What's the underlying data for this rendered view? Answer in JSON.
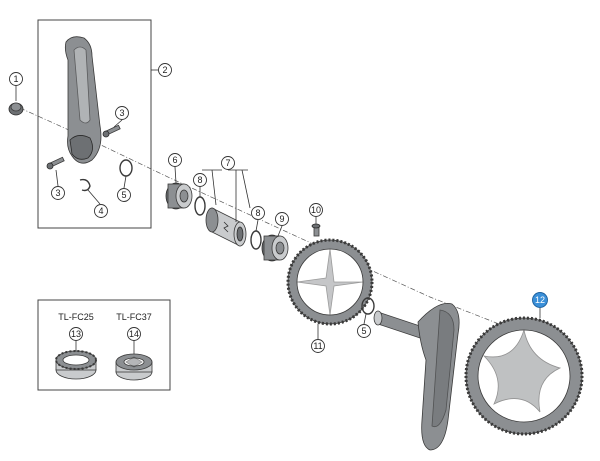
{
  "callouts": [
    {
      "id": "c1",
      "number": "1"
    },
    {
      "id": "c2",
      "number": "2"
    },
    {
      "id": "c3a",
      "number": "3"
    },
    {
      "id": "c3b",
      "number": "3"
    },
    {
      "id": "c4",
      "number": "4"
    },
    {
      "id": "c5a",
      "number": "5"
    },
    {
      "id": "c5b",
      "number": "5"
    },
    {
      "id": "c6",
      "number": "6"
    },
    {
      "id": "c7",
      "number": "7"
    },
    {
      "id": "c8a",
      "number": "8"
    },
    {
      "id": "c8b",
      "number": "8"
    },
    {
      "id": "c9",
      "number": "9"
    },
    {
      "id": "c10",
      "number": "10"
    },
    {
      "id": "c11",
      "number": "11"
    },
    {
      "id": "c12",
      "number": "12"
    },
    {
      "id": "c13",
      "number": "13"
    },
    {
      "id": "c14",
      "number": "14"
    }
  ],
  "tools": [
    {
      "label": "TL-FC25"
    },
    {
      "label": "TL-FC37"
    }
  ],
  "colors": {
    "highlight": "#3a8fd8",
    "part": "#8c8f92"
  }
}
